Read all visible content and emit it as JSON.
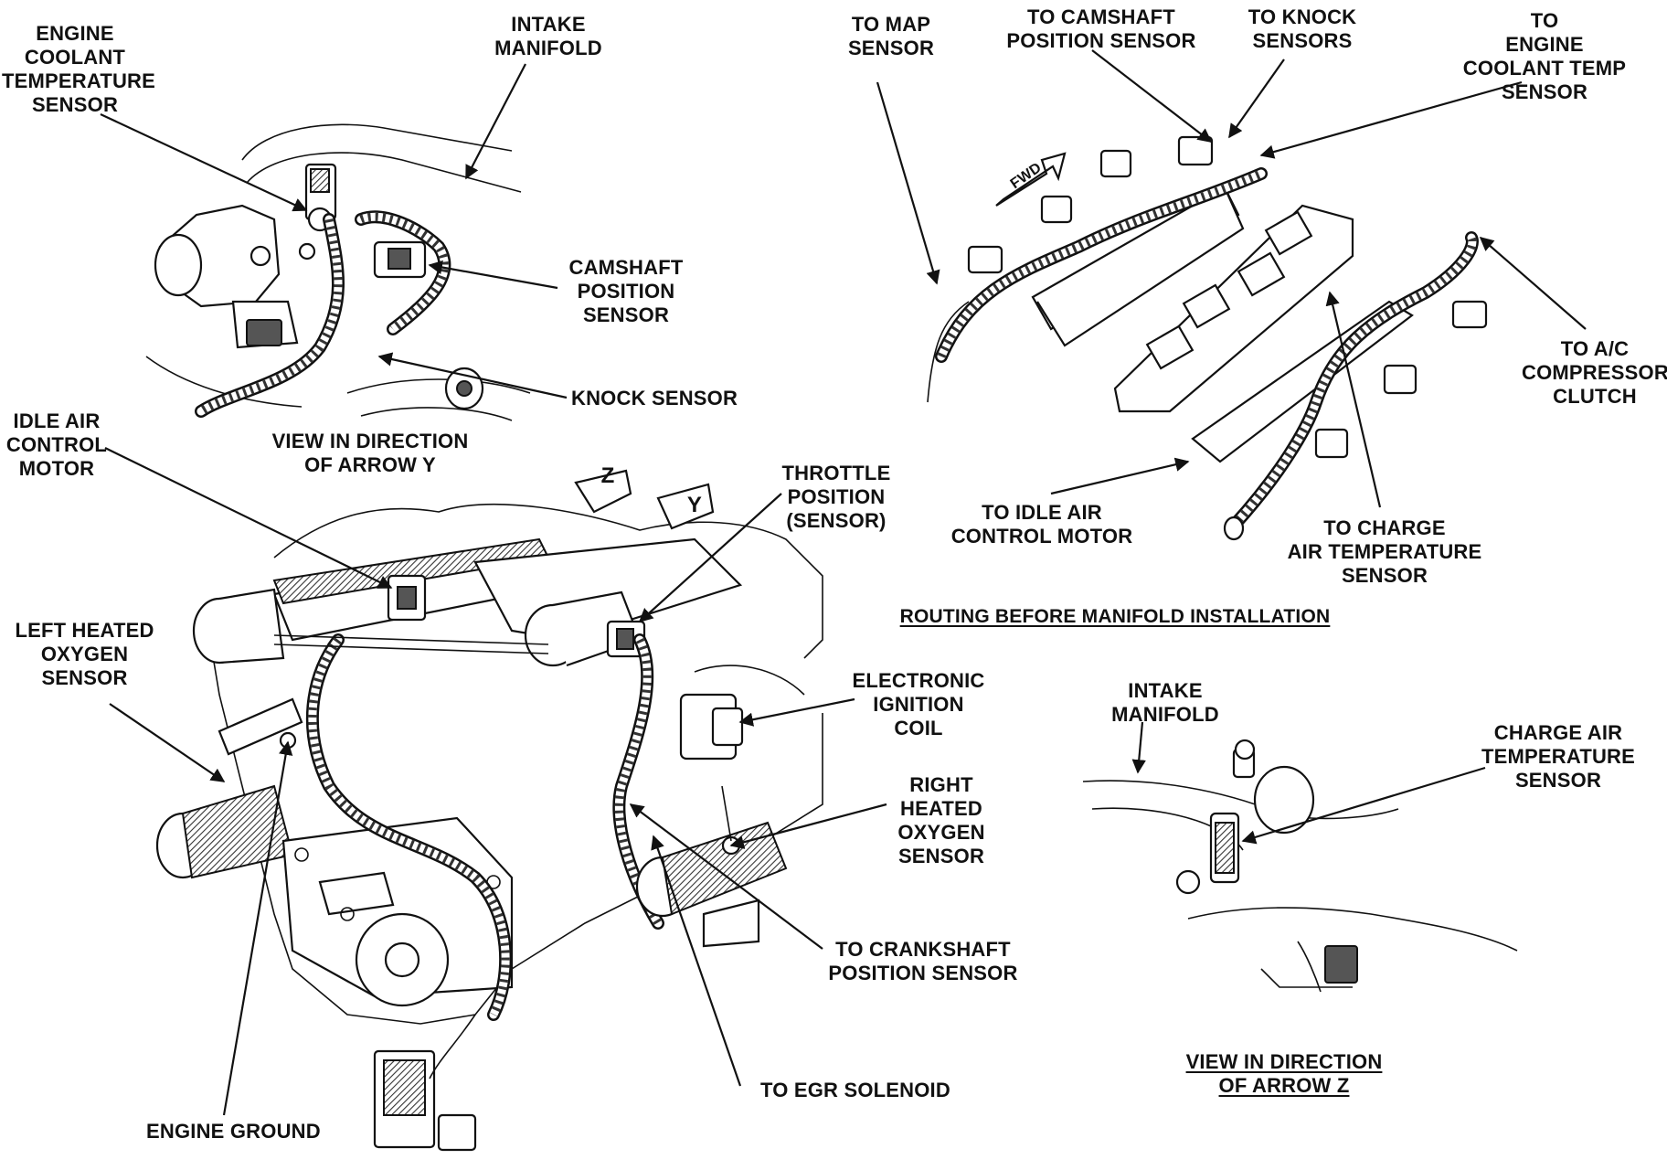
{
  "labels": {
    "ecs": "ENGINE\nCOOLANT\nTEMPERATURE\nSENSOR",
    "intake_top": "INTAKE\nMANIFOLD",
    "to_map": "TO MAP\nSENSOR",
    "to_cam": "TO CAMSHAFT\nPOSITION SENSOR",
    "to_knock": "TO KNOCK\nSENSORS",
    "to_ect": "TO\nENGINE\nCOOLANT TEMP\nSENSOR",
    "cam_sensor": "CAMSHAFT\nPOSITION\nSENSOR",
    "knock": "KNOCK SENSOR",
    "view_y": "VIEW IN DIRECTION\nOF ARROW Y",
    "iac": "IDLE AIR\nCONTROL\nMOTOR",
    "tps": "THROTTLE\nPOSITION\n(SENSOR)",
    "to_ac": "TO A/C\nCOMPRESSOR\nCLUTCH",
    "to_iac": "TO IDLE AIR\nCONTROL MOTOR",
    "to_cat": "TO CHARGE\nAIR TEMPERATURE\nSENSOR",
    "routing": "ROUTING BEFORE MANIFOLD INSTALLATION",
    "left_o2": "LEFT HEATED\nOXYGEN\nSENSOR",
    "eic": "ELECTRONIC\nIGNITION\nCOIL",
    "intake_z": "INTAKE\nMANIFOLD",
    "cat_sensor": "CHARGE AIR\nTEMPERATURE\nSENSOR",
    "right_o2": "RIGHT\nHEATED\nOXYGEN\nSENSOR",
    "to_crank": "TO CRANKSHAFT\nPOSITION SENSOR",
    "to_egr": "TO EGR SOLENOID",
    "engine_ground": "ENGINE GROUND",
    "view_z": "VIEW IN DIRECTION\nOF ARROW Z",
    "fwd": "FWD",
    "arrow_y": "Y",
    "arrow_z": "Z"
  }
}
